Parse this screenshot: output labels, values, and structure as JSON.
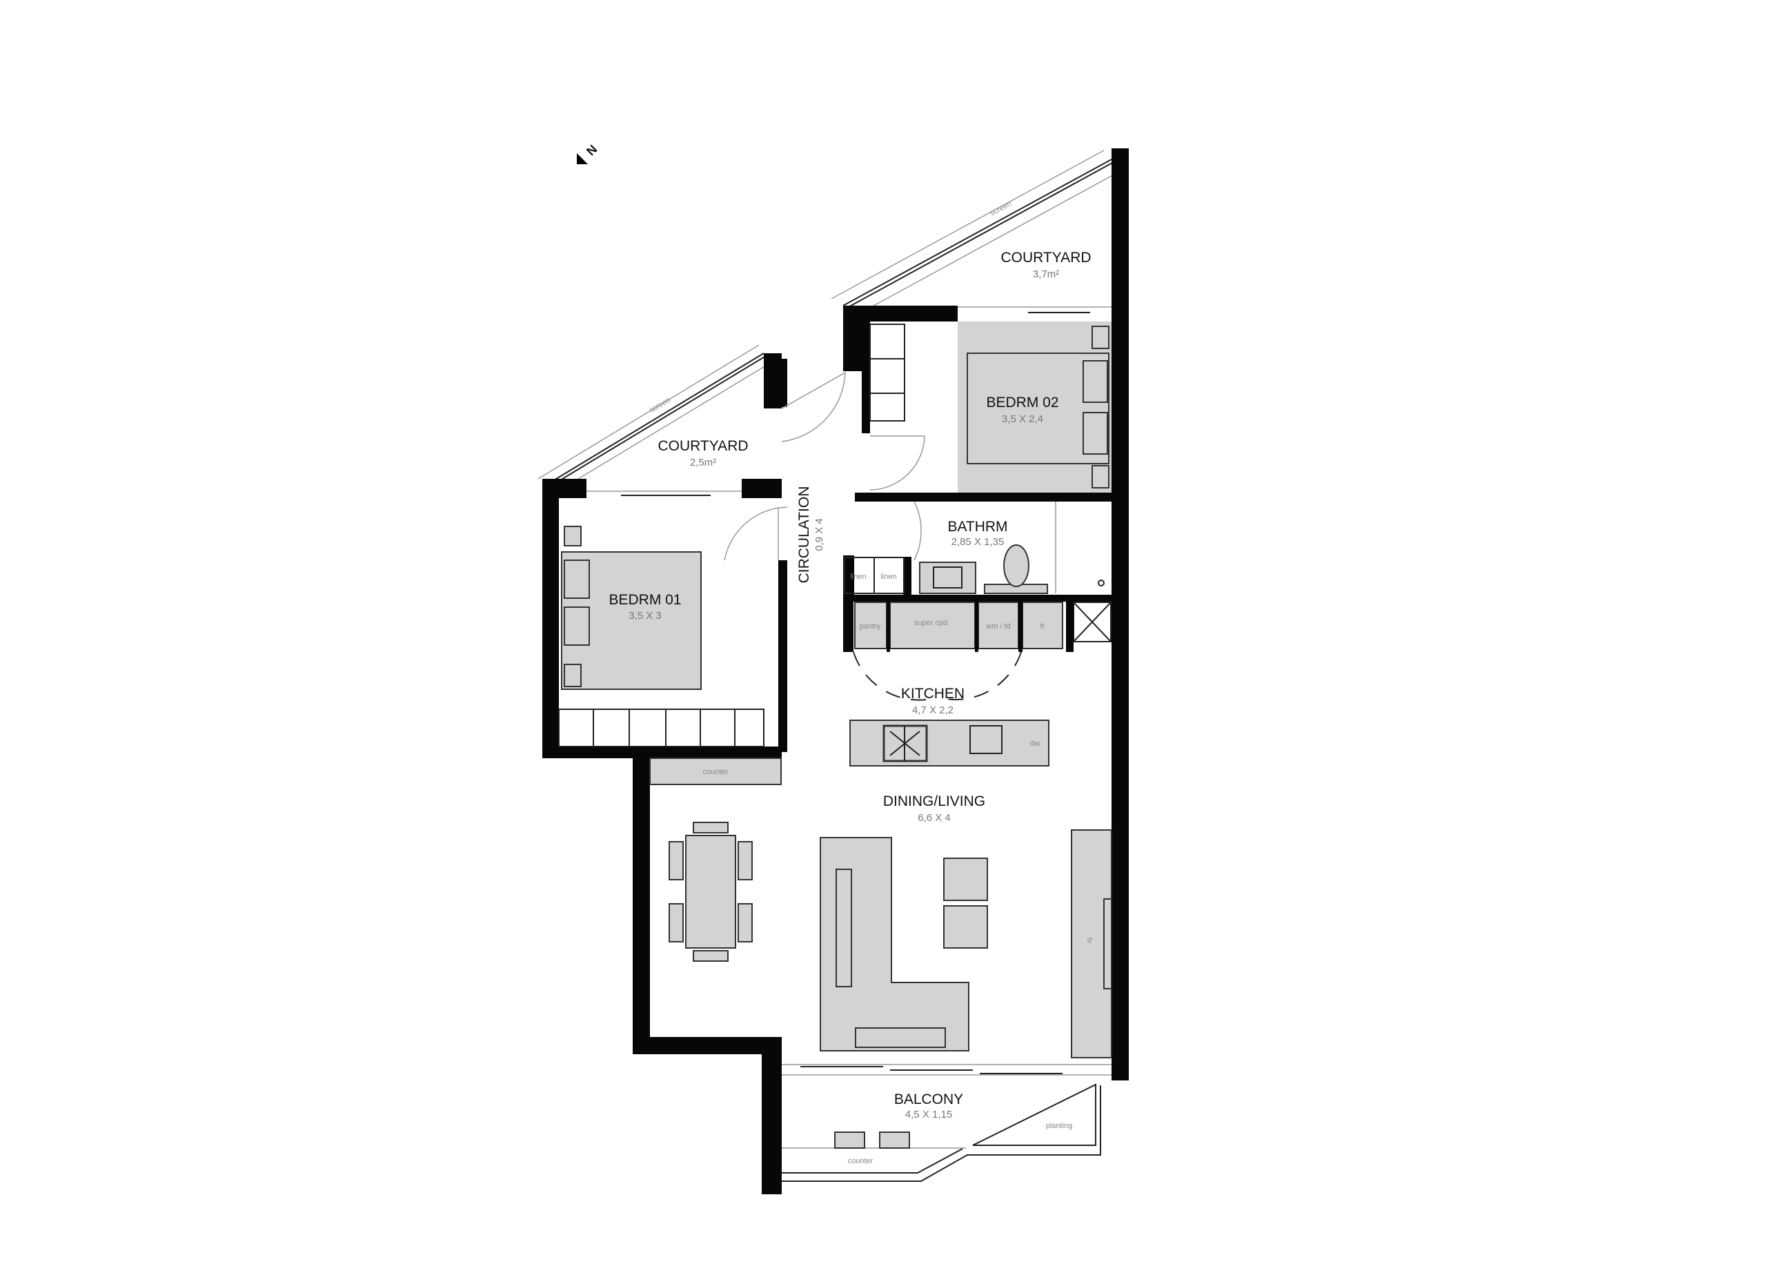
{
  "plan": {
    "north_label": "N",
    "rooms": {
      "courtyard_top": {
        "name": "COURTYARD",
        "size": "3,7m²"
      },
      "courtyard_left": {
        "name": "COURTYARD",
        "size": "2,5m²"
      },
      "bedrm02": {
        "name": "BEDRM 02",
        "size": "3,5 X 2,4"
      },
      "bathrm": {
        "name": "BATHRM",
        "size": "2,85 X 1,35"
      },
      "circulation": {
        "name": "CIRCULATION",
        "size": "0,9 X 4"
      },
      "bedrm01": {
        "name": "BEDRM 01",
        "size": "3,5 X 3"
      },
      "kitchen": {
        "name": "KITCHEN",
        "size": "4,7 X 2,2"
      },
      "dining_living": {
        "name": "DINING/LIVING",
        "size": "6,6 X 4"
      },
      "balcony": {
        "name": "BALCONY",
        "size": "4,5 X 1,15"
      }
    },
    "notes": {
      "screen_top": "screen",
      "screen_left": "screen",
      "linen_1": "linen",
      "linen_2": "linen",
      "pantry": "pantry",
      "super_cpd": "super cpd",
      "wm_td": "wm / td",
      "fr": "fr",
      "dw": "dw",
      "counter_living": "counter",
      "counter_balcony": "counter",
      "planting": "planting",
      "tv": "tv"
    },
    "colors": {
      "wall": "#050708",
      "furniture": "#d2d3d5"
    }
  }
}
